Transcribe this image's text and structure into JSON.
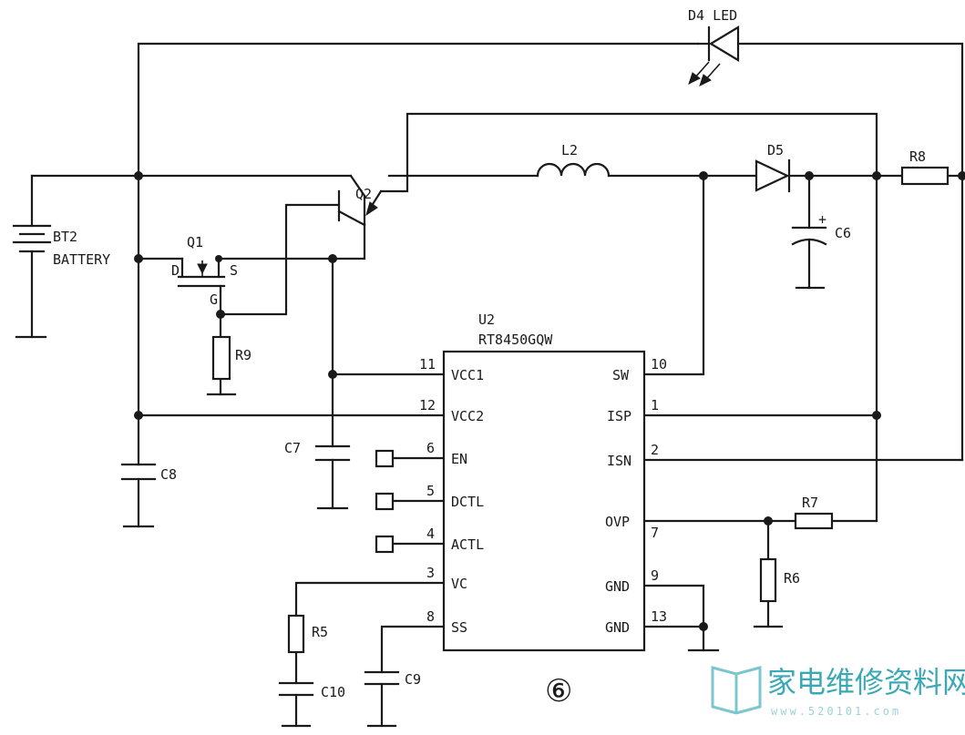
{
  "components": {
    "d4": "D4 LED",
    "l2": "L2",
    "d5": "D5",
    "r8": "R8",
    "q2": "Q2",
    "q1": "Q1",
    "bt2_ref": "BT2",
    "bt2_name": "BATTERY",
    "c6": "C6",
    "c6_polarity": "+",
    "r9": "R9",
    "c7": "C7",
    "c8": "C8",
    "r7": "R7",
    "r6": "R6",
    "r5": "R5",
    "c10": "C10",
    "c9": "C9",
    "q1_d": "D",
    "q1_s": "S",
    "q1_g": "G"
  },
  "ic": {
    "ref": "U2",
    "part": "RT8450GQW",
    "pins_left": [
      {
        "num": "11",
        "name": "VCC1"
      },
      {
        "num": "12",
        "name": "VCC2"
      },
      {
        "num": "6",
        "name": "EN"
      },
      {
        "num": "5",
        "name": "DCTL"
      },
      {
        "num": "4",
        "name": "ACTL"
      },
      {
        "num": "3",
        "name": "VC"
      },
      {
        "num": "8",
        "name": "SS"
      }
    ],
    "pins_right": [
      {
        "num": "10",
        "name": "SW"
      },
      {
        "num": "1",
        "name": "ISP"
      },
      {
        "num": "2",
        "name": "ISN"
      },
      {
        "num": "7",
        "name": "OVP"
      },
      {
        "num": "9",
        "name": "GND"
      },
      {
        "num": "13",
        "name": "GND"
      }
    ]
  },
  "figure_number": "⑥",
  "watermark": {
    "text": "家电维修资料网",
    "url": "www.520101.com"
  }
}
